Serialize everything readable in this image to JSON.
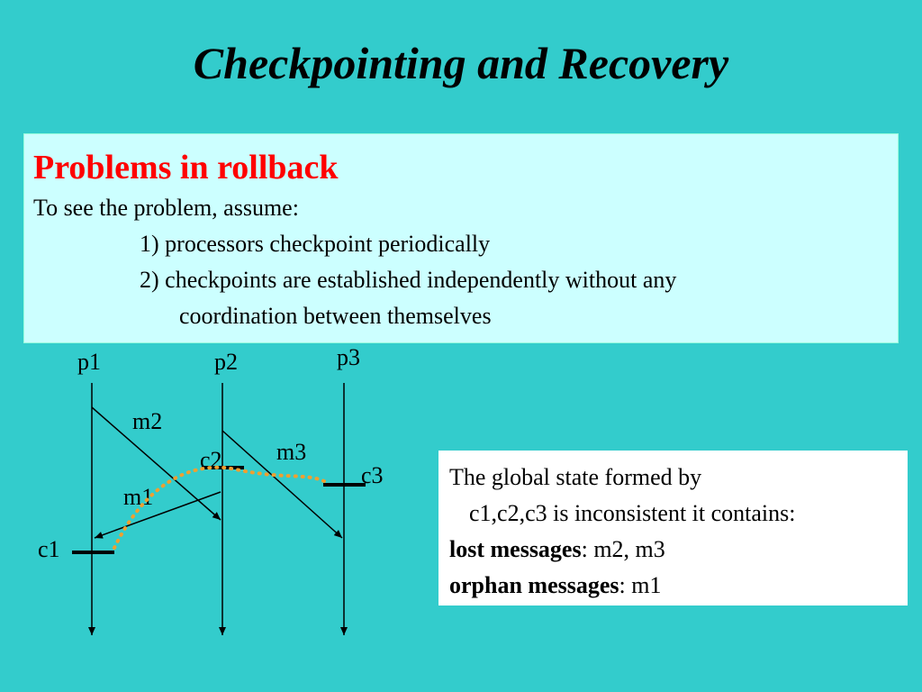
{
  "title": "Checkpointing and Recovery",
  "problems": {
    "heading": "Problems in rollback",
    "intro": "To see the problem, assume:",
    "item1": "1) processors checkpoint periodically",
    "item2_line1": "2) checkpoints are established independently without any",
    "item2_line2": "coordination between themselves"
  },
  "diagram": {
    "processes": [
      "p1",
      "p2",
      "p3"
    ],
    "messages": [
      "m1",
      "m2",
      "m3"
    ],
    "checkpoints": [
      "c1",
      "c2",
      "c3"
    ],
    "recovery_line_color": "#f0a030"
  },
  "summary": {
    "line1": "The global state formed by",
    "line2": "c1,c2,c3 is inconsistent it contains:",
    "lost_label": "lost messages",
    "lost_value": ": m2, m3",
    "orphan_label": "orphan messages",
    "orphan_value": ": m1"
  }
}
